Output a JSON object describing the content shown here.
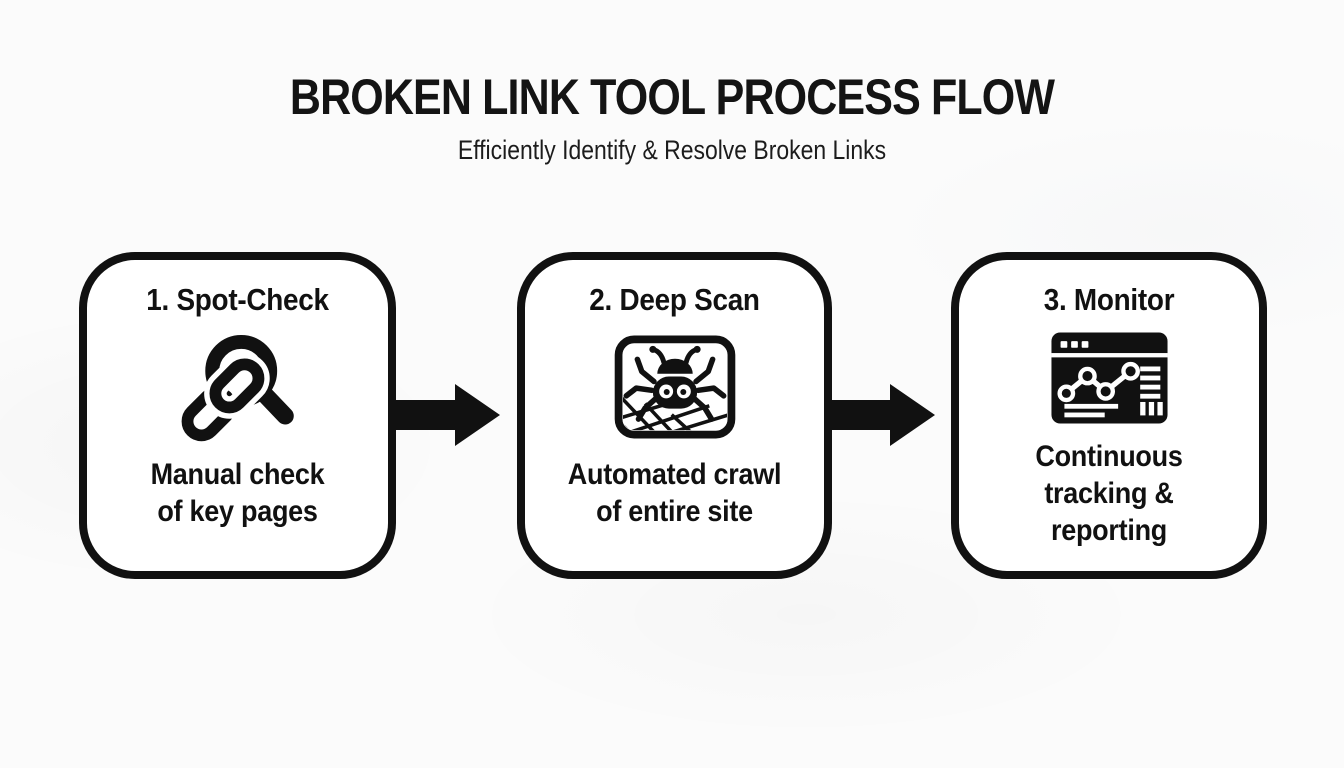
{
  "header": {
    "title": "BROKEN LINK TOOL PROCESS FLOW",
    "subtitle": "Efficiently Identify & Resolve Broken Links"
  },
  "steps": [
    {
      "title": "1. Spot-Check",
      "icon": "link-magnifier-icon",
      "lines": [
        "Manual check",
        "of key pages"
      ]
    },
    {
      "title": "2. Deep Scan",
      "icon": "spider-crawler-icon",
      "lines": [
        "Automated crawl",
        "of entire site"
      ]
    },
    {
      "title": "3. Monitor",
      "icon": "dashboard-report-icon",
      "lines": [
        "Continuous",
        "tracking &",
        "reporting"
      ]
    }
  ],
  "colors": {
    "ink": "#111111",
    "card_background": "#ffffff",
    "page_background": "#fbfbfb"
  }
}
